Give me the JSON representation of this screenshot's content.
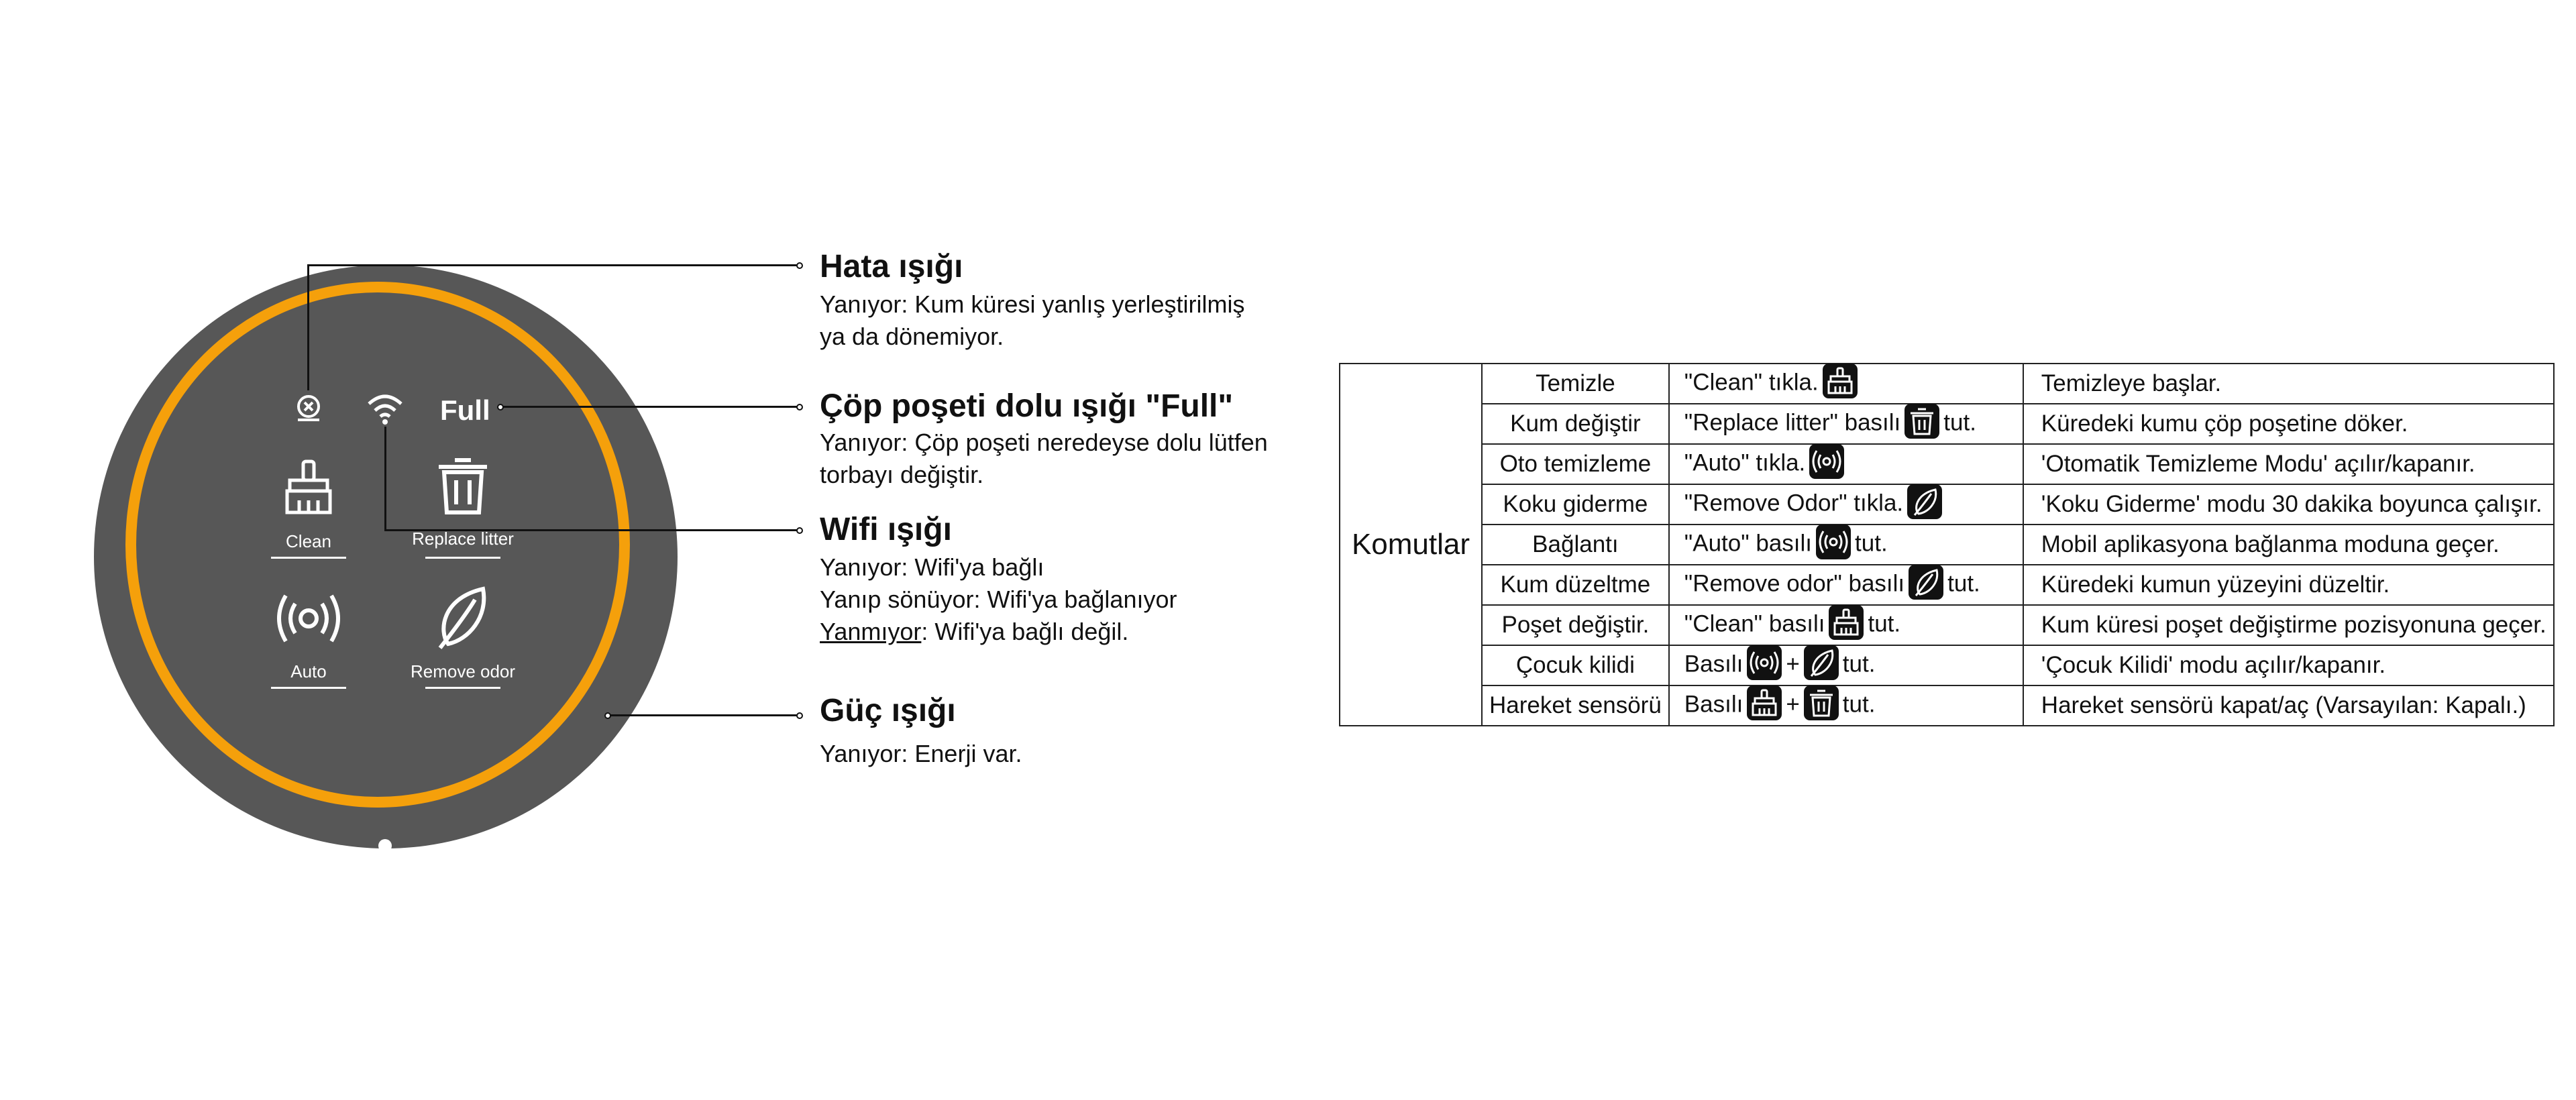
{
  "panel": {
    "indicators": {
      "full": "Full"
    },
    "buttons": {
      "clean": "Clean",
      "replace_litter": "Replace litter",
      "auto": "Auto",
      "remove_odor": "Remove odor"
    },
    "colors": {
      "panel": "#575757",
      "ring": "#f5a00b"
    },
    "icons": [
      "error-icon",
      "wifi-icon",
      "broom-icon",
      "trash-icon",
      "broadcast-icon",
      "leaf-icon"
    ]
  },
  "callouts": {
    "error": {
      "title": "Hata ışığı",
      "line1": "Yanıyor: Kum küresi yanlış yerleştirilmiş",
      "line2": "ya da dönemiyor."
    },
    "full": {
      "title": "Çöp poşeti dolu ışığı \"Full\"",
      "line1": "Yanıyor: Çöp poşeti neredeyse dolu lütfen",
      "line2": "torbayı değiştir."
    },
    "wifi": {
      "title": "Wifi ışığı",
      "line1": "Yanıyor: Wifi'ya bağlı",
      "line2": "Yanıp sönüyor: Wifi'ya bağlanıyor",
      "line3_label": "Yanmıyor",
      "line3_rest": ": Wifi'ya bağlı değil."
    },
    "power": {
      "title": "Güç ışığı",
      "line1": "Yanıyor: Enerji var."
    }
  },
  "table": {
    "group": "Komutlar",
    "rows": [
      {
        "name": "Temizle",
        "action": "\"Clean\" tıkla.",
        "result": "Temizleye başlar."
      },
      {
        "name": "Kum değiştir",
        "action": "\"Replace litter\" basılı",
        "action_end": "tut.",
        "result": "Küredeki kumu çöp poşetine döker."
      },
      {
        "name": "Oto temizleme",
        "action": "\"Auto\" tıkla.",
        "result": "'Otomatik Temizleme Modu'  açılır/kapanır."
      },
      {
        "name": "Koku giderme",
        "action": "\"Remove Odor\" tıkla.",
        "result": "'Koku Giderme' modu 30 dakika boyunca çalışır."
      },
      {
        "name": "Bağlantı",
        "action": "\"Auto\" basılı",
        "action_end": "tut.",
        "result": "Mobil aplikasyona bağlanma moduna geçer."
      },
      {
        "name": "Kum düzeltme",
        "action": "\"Remove odor\" basılı",
        "action_end": "tut.",
        "result": "Küredeki kumun yüzeyini düzeltir."
      },
      {
        "name": "Poşet değiştir.",
        "action": "\"Clean\" basılı",
        "action_end": "tut.",
        "result": "Kum küresi poşet değiştirme pozisyonuna geçer."
      },
      {
        "name": "Çocuk kilidi",
        "action": "Basılı",
        "plus": "+",
        "action_end": "tut.",
        "result": "'Çocuk Kilidi' modu açılır/kapanır."
      },
      {
        "name": "Hareket sensörü",
        "action": "Basılı",
        "plus": "+",
        "action_end": "tut.",
        "result": "Hareket sensörü kapat/aç (Varsayılan: Kapalı.)"
      }
    ]
  }
}
